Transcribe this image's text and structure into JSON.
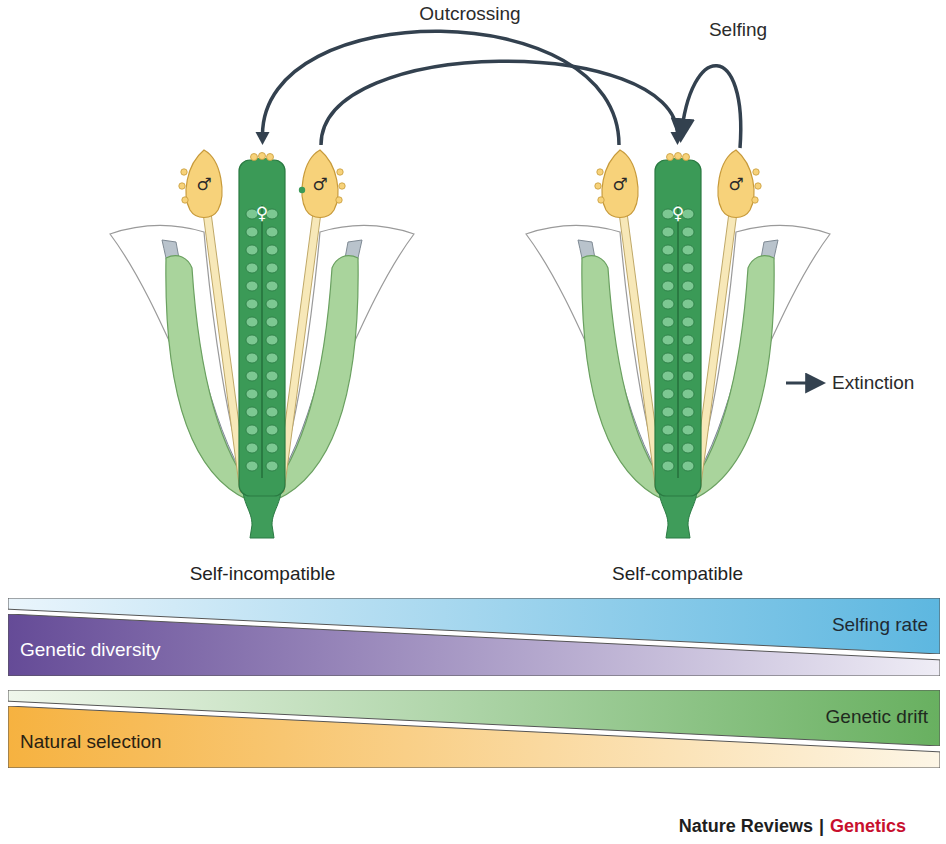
{
  "diagram": {
    "nodes": [
      {
        "text": [
          "Self-incompatible"
        ]
      },
      {
        "text": [
          "Self-compatible"
        ]
      },
      {
        "text": [
          "Selfing rate"
        ]
      },
      {
        "text": [
          "Genetic diversity"
        ]
      },
      {
        "text": [
          "Genetic drift"
        ]
      },
      {
        "text": [
          "Natural selection"
        ]
      }
    ],
    "edges": [
      {
        "from": 1,
        "to": 0,
        "arrow": "to"
      },
      {
        "from": 0,
        "to": 1,
        "arrow": "to"
      }
    ],
    "labels": [
      "Outcrossing",
      "Selfing",
      "♂",
      "♂",
      "♀",
      "♂",
      "♂",
      "♀",
      "Extinction",
      "Nature Reviews",
      "|",
      "Genetics"
    ]
  }
}
